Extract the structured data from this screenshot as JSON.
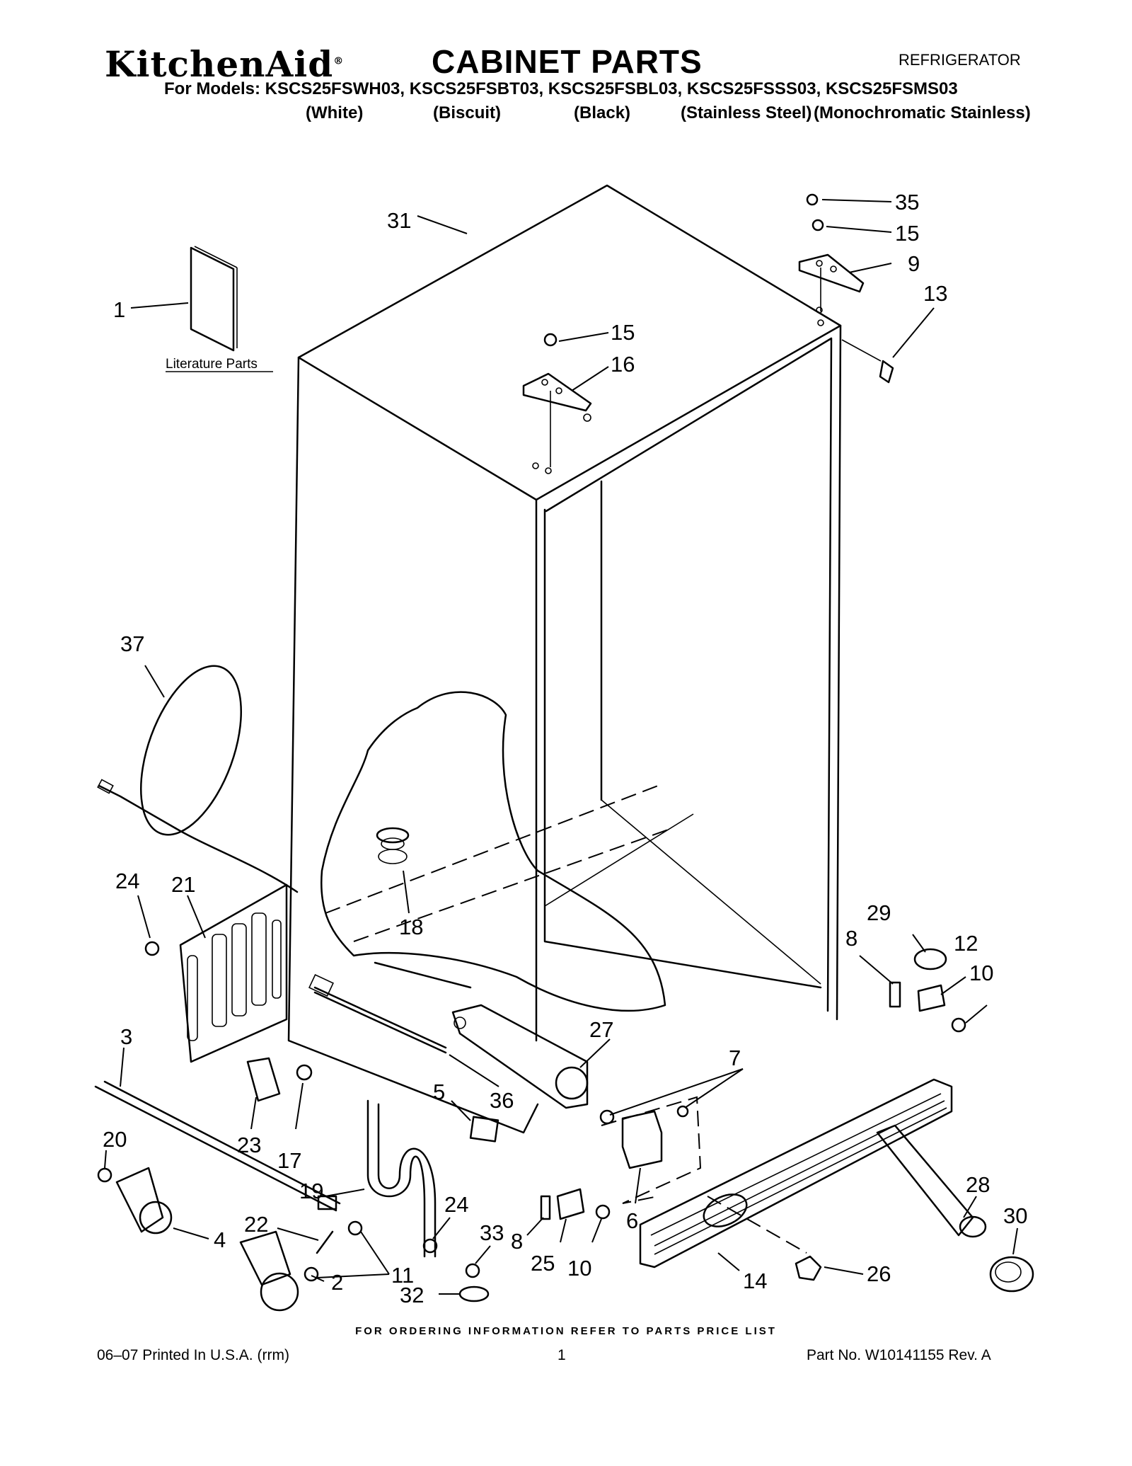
{
  "header": {
    "brand": "KitchenAid",
    "brand_mark": "®",
    "title": "CABINET PARTS",
    "category": "REFRIGERATOR",
    "models_line": "For Models: KSCS25FSWH03, KSCS25FSBT03, KSCS25FSBL03, KSCS25FSSS03, KSCS25FSMS03",
    "colors": {
      "white": "(White)",
      "biscuit": "(Biscuit)",
      "black": "(Black)",
      "stainless": "(Stainless Steel)",
      "monochromatic": "(Monochromatic Stainless)"
    }
  },
  "diagram": {
    "literature_label": "Literature Parts",
    "callouts": {
      "c35": "35",
      "c15a": "15",
      "c9": "9",
      "c13": "13",
      "c31": "31",
      "c1": "1",
      "c15b": "15",
      "c16": "16",
      "c37": "37",
      "c24a": "24",
      "c21": "21",
      "c18": "18",
      "c29": "29",
      "c8a": "8",
      "c12": "12",
      "c10a": "10",
      "c3": "3",
      "c27": "27",
      "c7": "7",
      "c5": "5",
      "c36": "36",
      "c23": "23",
      "c17": "17",
      "c20": "20",
      "c19": "19",
      "c24b": "24",
      "c33": "33",
      "c28": "28",
      "c30": "30",
      "c22": "22",
      "c4": "4",
      "c8b": "8",
      "c25": "25",
      "c10b": "10",
      "c6": "6",
      "c11": "11",
      "c2": "2",
      "c32": "32",
      "c14": "14",
      "c26": "26"
    }
  },
  "footer": {
    "ordering_note": "FOR ORDERING INFORMATION REFER TO PARTS PRICE LIST",
    "print_info": "06–07 Printed In U.S.A. (rrm)",
    "page_number": "1",
    "part_number": "Part No. W10141155 Rev. A"
  }
}
